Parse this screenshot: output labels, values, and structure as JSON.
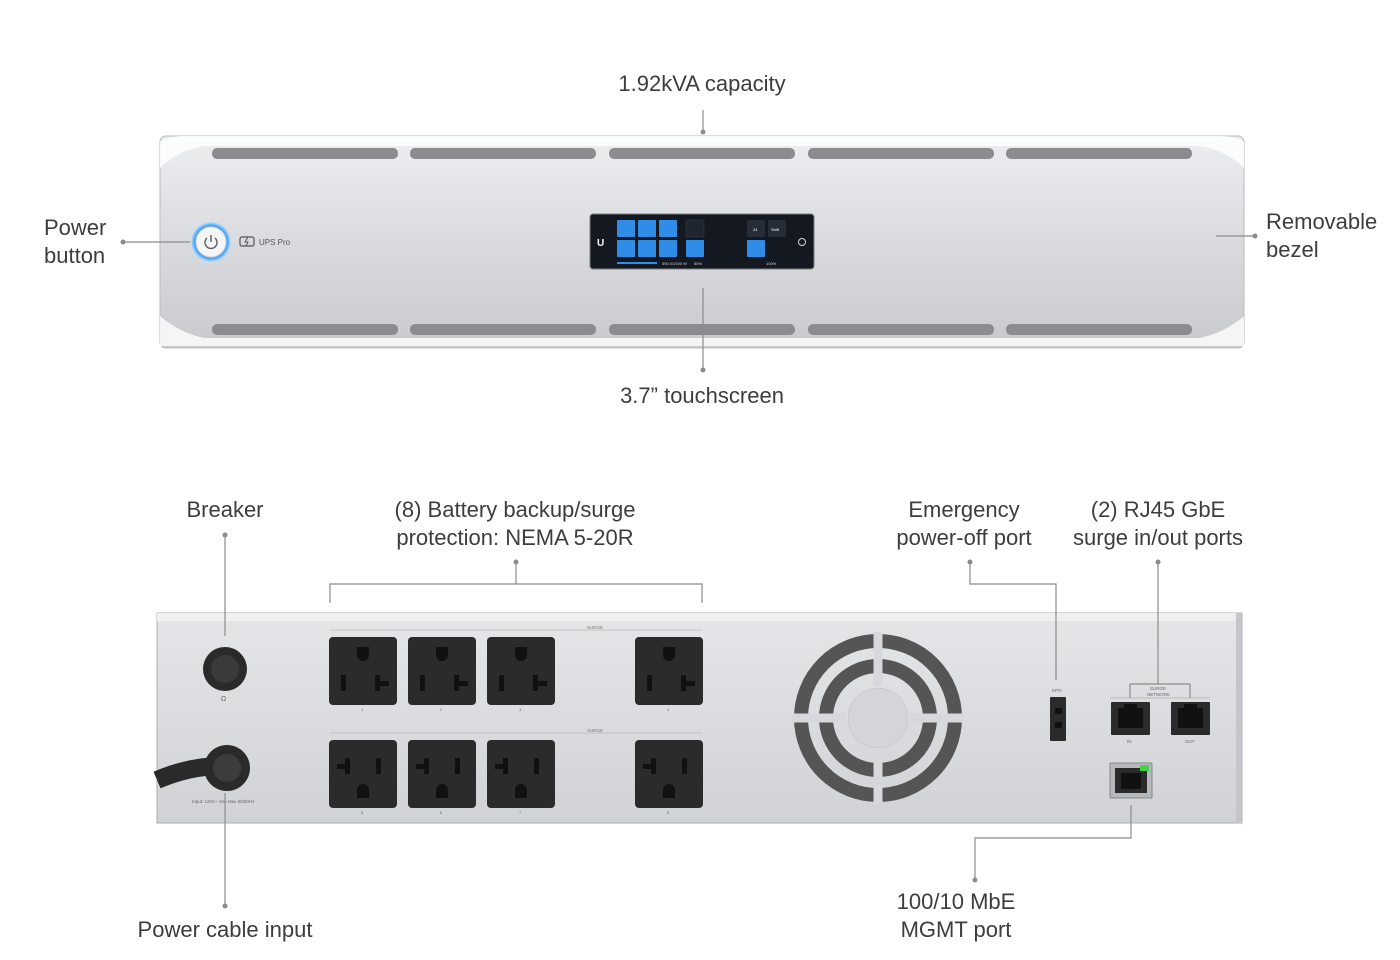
{
  "front": {
    "callouts": {
      "capacity": "1.92kVA capacity",
      "power_button": [
        "Power",
        "button"
      ],
      "bezel": [
        "Removable",
        "bezel"
      ],
      "touchscreen": "3.7” touchscreen"
    },
    "badge": "UPS Pro",
    "screen": {
      "readout": "590.0/1920 W",
      "percent": "50%",
      "battery": "100%",
      "mode": "Shift",
      "grid": "24"
    }
  },
  "back": {
    "callouts": {
      "breaker": "Breaker",
      "outlets": [
        "(8) Battery backup/surge",
        "protection: NEMA 5-20R"
      ],
      "epo": [
        "Emergency",
        "power-off port"
      ],
      "rj45": [
        "(2) RJ45 GbE",
        "surge in/out ports"
      ],
      "power_cable": "Power cable input",
      "mgmt": [
        "100/10 MbE",
        "MGMT port"
      ]
    },
    "panel": {
      "surge_label_top": "SURGE",
      "surge_label_bottom": "SURGE",
      "epo_label": "EPO",
      "network_label": [
        "SURGE",
        "NETWORK"
      ],
      "in_label": "IN",
      "out_label": "OUT",
      "input_spec": "Input: 120V~ 16A Max 50/60Hz",
      "outlet_numbers_top": [
        "1",
        "2",
        "3",
        "4"
      ],
      "outlet_numbers_bottom": [
        "5",
        "6",
        "7",
        "8"
      ]
    }
  },
  "colors": {
    "chassis": "#d5d7d9",
    "outlet": "#2b2b2b",
    "accent_blue": "#2f8de8",
    "screen_bg": "#141820",
    "led_green": "#47d147"
  }
}
